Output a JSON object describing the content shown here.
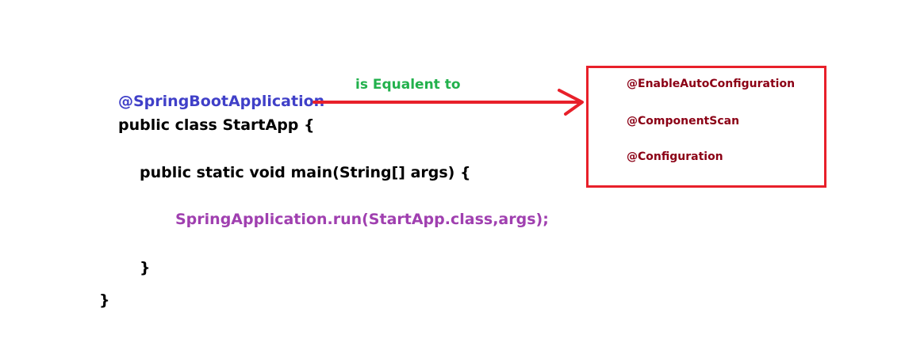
{
  "code": {
    "annotation": "@SpringBootApplication",
    "class_decl": "public class StartApp {",
    "main_decl": "public static void main(String[] args) {",
    "run_call": "SpringApplication.run(StartApp.class,args);",
    "inner_close": "}",
    "outer_close": "}"
  },
  "connector": {
    "label": "is Equalent to"
  },
  "equivalents": {
    "items": [
      "@EnableAutoConfiguration",
      "@ComponentScan",
      "@Configuration"
    ]
  },
  "colors": {
    "annotation": "#4040c8",
    "label": "#22b14c",
    "arrow": "#e8202a",
    "box_text": "#8b0015",
    "call": "#a040b0"
  }
}
